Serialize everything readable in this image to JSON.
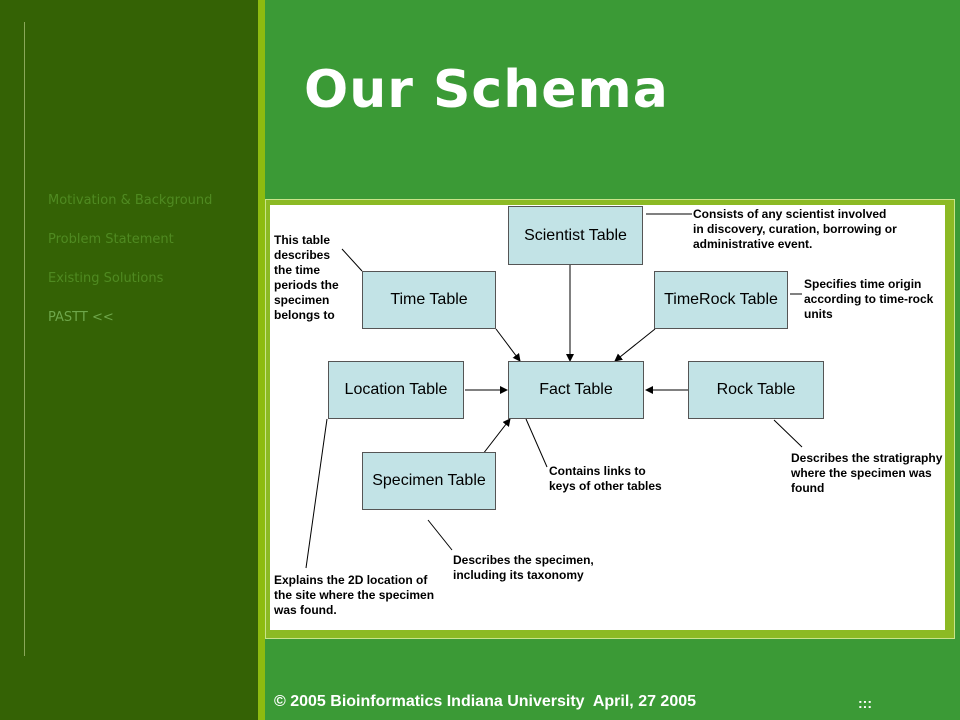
{
  "sidebar": {
    "items": [
      {
        "label": "Motivation & Background"
      },
      {
        "label": "Problem Statement"
      },
      {
        "label": "Existing Solutions"
      },
      {
        "label": "PASTT <<"
      }
    ]
  },
  "slide": {
    "title": "Our Schema"
  },
  "diagram": {
    "boxes": {
      "scientist": "Scientist Table",
      "time": "Time Table",
      "timerock": "TimeRock Table",
      "location": "Location Table",
      "fact": "Fact Table",
      "rock": "Rock Table",
      "specimen": "Specimen Table"
    },
    "notes": {
      "time": "This table\ndescribes\nthe time\nperiods the\nspecimen\nbelongs to",
      "scientist": "Consists of any scientist involved\nin discovery, curation, borrowing or\nadministrative event.",
      "timerock": "Specifies time origin\naccording to time-rock\nunits",
      "rock": "Describes the stratigraphy\nwhere the specimen was\nfound",
      "fact": "Contains links to\nkeys of other tables",
      "specimen": "Describes the specimen,\nincluding its taxonomy",
      "location": "Explains the 2D location of\nthe site where the specimen\nwas found."
    }
  },
  "footer": {
    "text": "© 2005 Bioinformatics Indiana University  April, 27 2005",
    "dots": ":::"
  }
}
